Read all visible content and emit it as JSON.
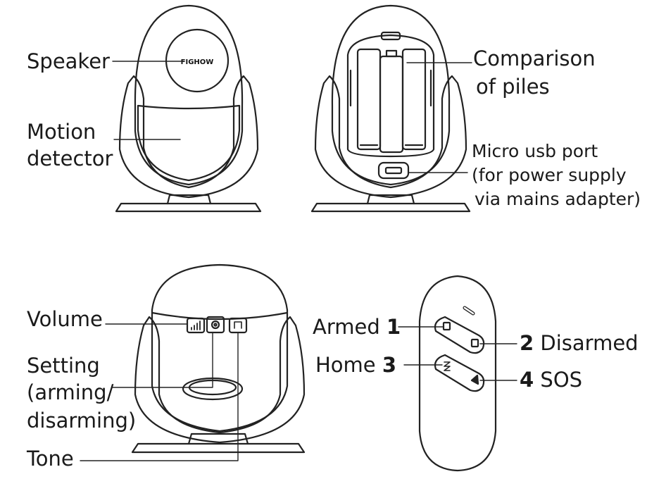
{
  "brand": "FIGHOW",
  "labels": {
    "speaker": "Speaker",
    "motion_line1": "Motion",
    "motion_line2": "detector",
    "piles_line1": "Comparison",
    "piles_line2": "of piles",
    "usb_line1": "Micro usb port",
    "usb_line2": "(for power supply",
    "usb_line3": "via mains adapter)",
    "volume": "Volume",
    "setting_line1": "Setting",
    "setting_line2": "(arming/",
    "setting_line3": "disarming)",
    "tone": "Tone"
  },
  "remote_buttons": [
    {
      "number": "1",
      "label": "Armed"
    },
    {
      "number": "2",
      "label": "Disarmed"
    },
    {
      "number": "3",
      "label": "Home"
    },
    {
      "number": "4",
      "label": "SOS"
    }
  ],
  "colors": {
    "line": "#222222",
    "background": "#ffffff"
  }
}
